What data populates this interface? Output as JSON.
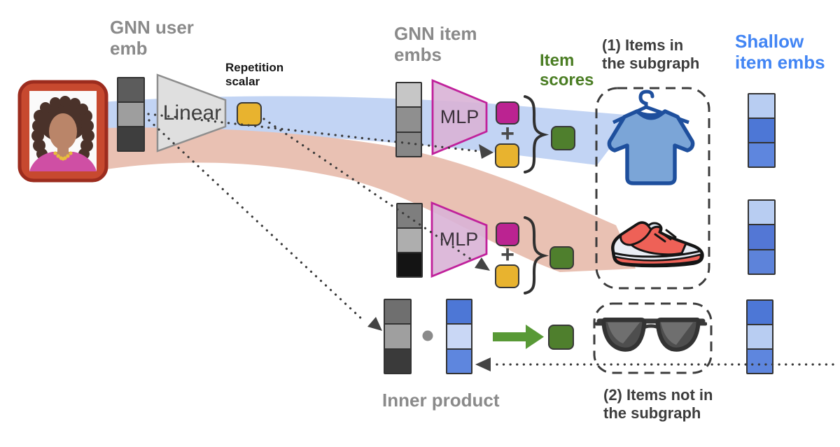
{
  "diagram": {
    "labels": {
      "user_emb": [
        "GNN user",
        "emb"
      ],
      "item_embs": [
        "GNN item",
        "embs"
      ],
      "repetition_scalar": [
        "Repetition",
        "scalar"
      ],
      "linear": "Linear",
      "mlp_row1": "MLP",
      "mlp_row2": "MLP",
      "plus_row1": "+",
      "plus_row2": "+",
      "item_scores": [
        "Item",
        "scores"
      ],
      "items_in_subgraph": [
        "(1) Items in",
        "the subgraph"
      ],
      "shallow_item_embs": [
        "Shallow",
        "item embs"
      ],
      "items_not_in_subgraph": [
        "(2) Items not in",
        "the subgraph"
      ],
      "inner_product": "Inner product"
    },
    "colors": {
      "yellow_square": "#e8b32f",
      "magenta_square": "#bb2391",
      "green_square": "#4f7f2d",
      "green_arrow": "#589936",
      "ribbon_blue": "#c2d4f4",
      "ribbon_salmon": "#e9c1b3",
      "item_scores_text": "#4a7d23",
      "shallow_text": "#4285f4",
      "gray_text": "#8a8a8a",
      "dark_text": "#3d3d3d",
      "mlp_border": "#c0219b",
      "mlp_fill": "#d9b3d6"
    },
    "embeddings": {
      "user": [
        "#5c5c5c",
        "#9e9e9e",
        "#3e3e3e"
      ],
      "item_row1": [
        "#c6c6c6",
        "#8f8f8f",
        "#878787"
      ],
      "item_row2": [
        "#7e7e7e",
        "#aeaeae",
        "#141414"
      ],
      "inner_product_gnn": [
        "#6f6f6f",
        "#9f9f9f",
        "#3a3a3a"
      ],
      "inner_product_shallow": [
        "#4d77d6",
        "#c9d7f5",
        "#5e86de"
      ],
      "shallow_tshirt": [
        "#b8cdf2",
        "#4d77d6",
        "#5e86de"
      ],
      "shallow_sneaker": [
        "#b8cdf2",
        "#5377d5",
        "#5d83da"
      ],
      "shallow_sunglasses": [
        "#4d77d6",
        "#b8cdf2",
        "#5e86de"
      ]
    },
    "icons": {
      "user": "woman-portrait",
      "subgraph_items": [
        "t-shirt",
        "sneaker"
      ],
      "non_subgraph_items": [
        "sunglasses"
      ]
    }
  }
}
